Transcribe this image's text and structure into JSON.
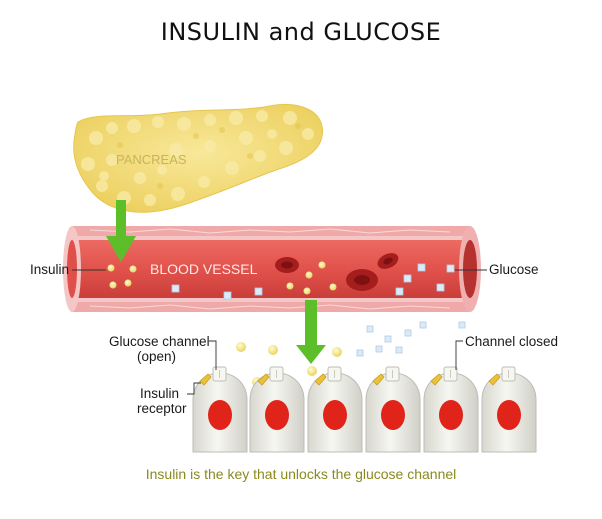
{
  "title": "INSULIN and GLUCOSE",
  "pancreas_label": "PANCREAS",
  "vessel_label": "BLOOD VESSEL",
  "labels": {
    "insulin": "Insulin",
    "glucose": "Glucose",
    "glucose_channel_line1": "Glucose channel",
    "glucose_channel_line2": "(open)",
    "channel_closed": "Channel closed",
    "insulin_receptor_line1": "Insulin",
    "insulin_receptor_line2": "receptor"
  },
  "caption": "Insulin is the key that unlocks the glucose channel",
  "colors": {
    "pancreas": "#f2dc74",
    "vessel_wall": "#f2b6b6",
    "vessel_lumen": "#e0544e",
    "insulin": "#f6ec8c",
    "glucose": "#cfe3f5",
    "arrow": "#5cbf2a",
    "cell_body": "#efefea",
    "nucleus": "#e0241a",
    "caption": "#8a8a1e"
  }
}
